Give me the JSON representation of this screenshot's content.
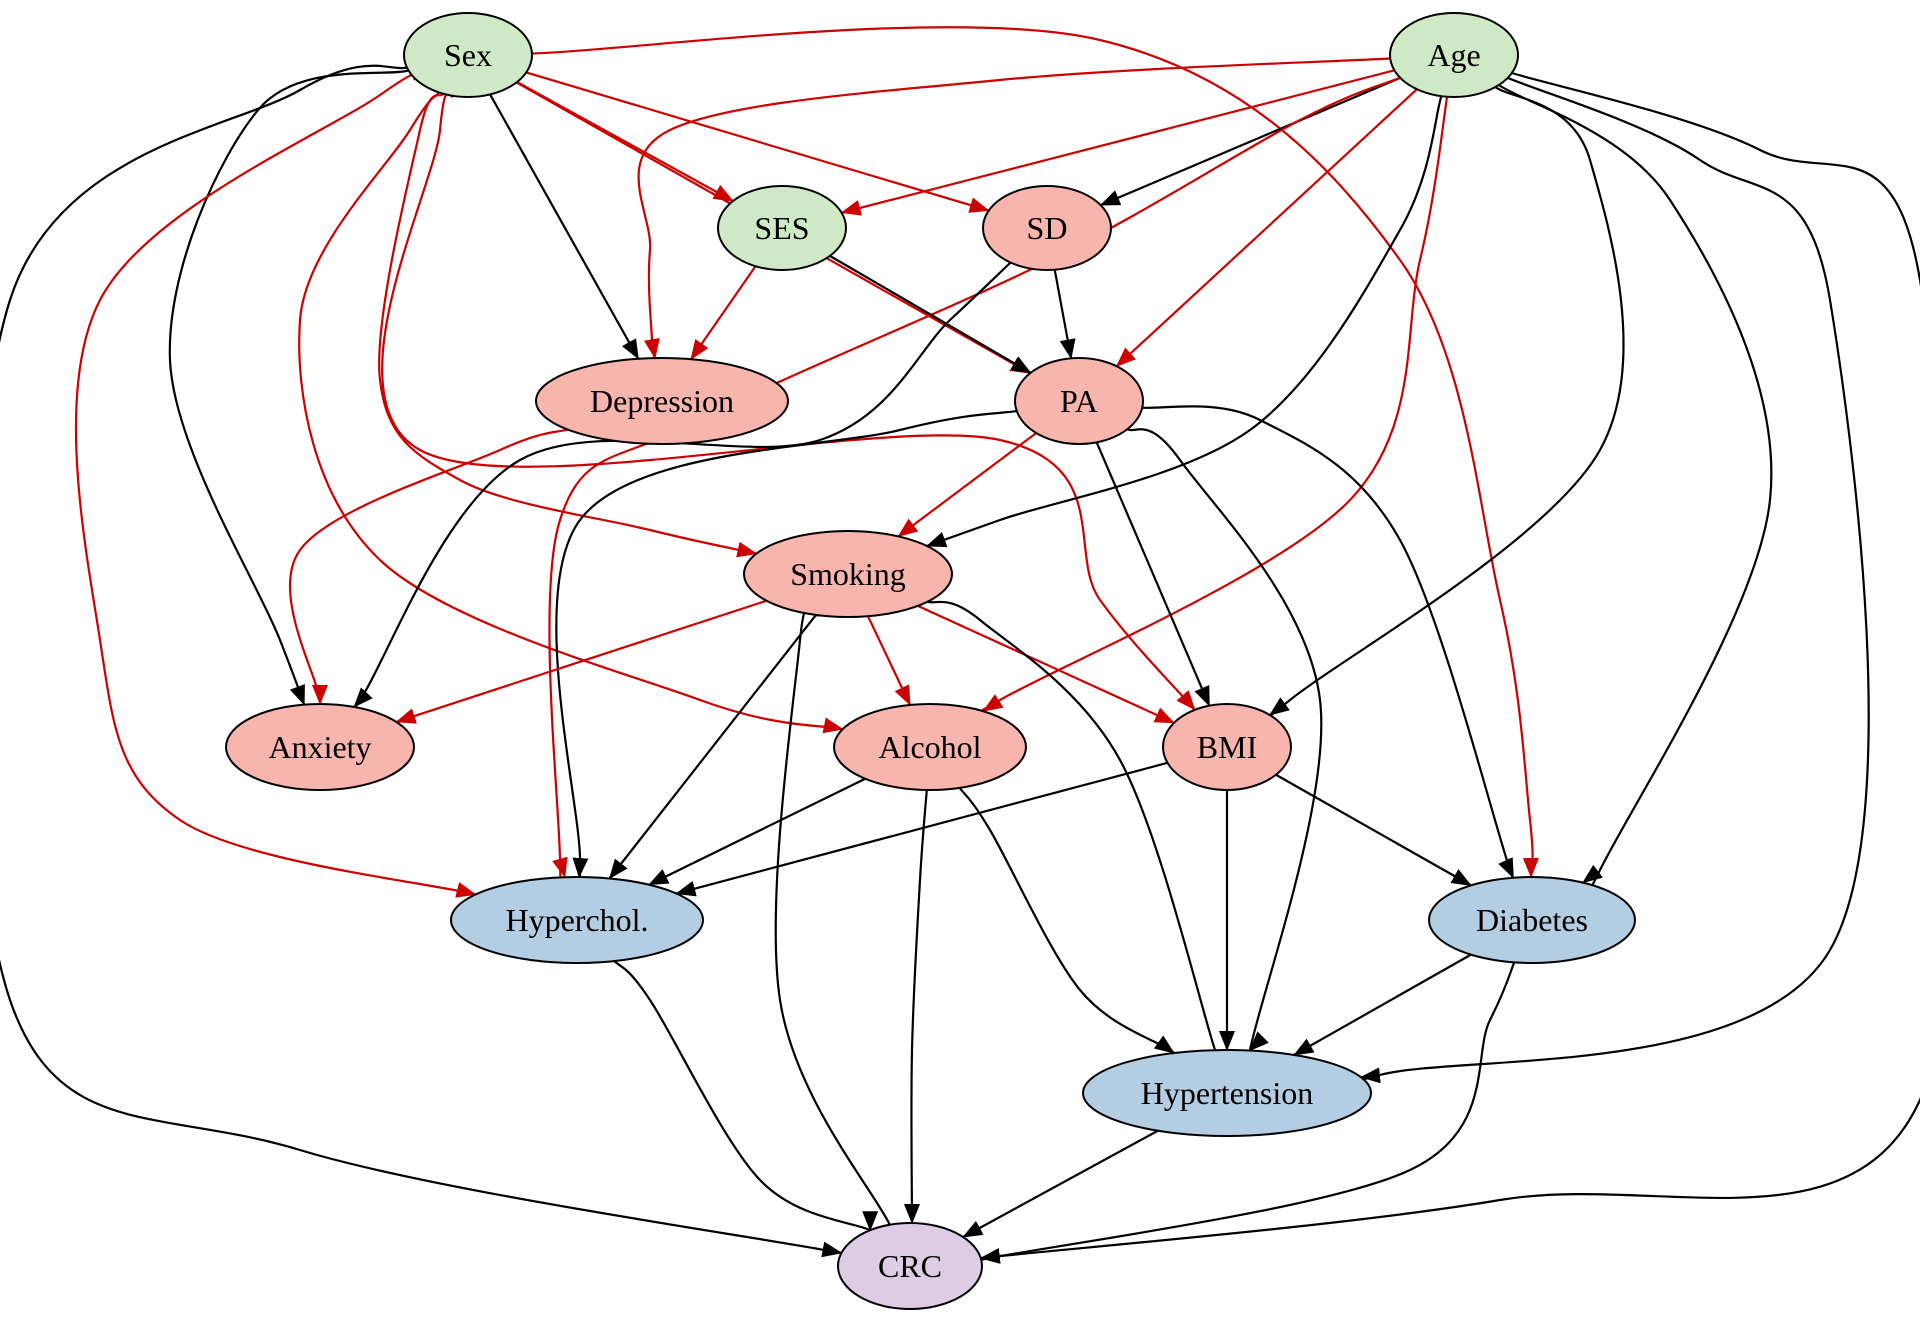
{
  "diagram": {
    "nodes": [
      {
        "id": "sex",
        "label": "Sex",
        "group": "demographic",
        "color": "#cfe9c6"
      },
      {
        "id": "age",
        "label": "Age",
        "group": "demographic",
        "color": "#cfe9c6"
      },
      {
        "id": "ses",
        "label": "SES",
        "group": "demographic",
        "color": "#cfe9c6"
      },
      {
        "id": "sd",
        "label": "SD",
        "group": "lifestyle",
        "color": "#f7b5ad"
      },
      {
        "id": "depression",
        "label": "Depression",
        "group": "lifestyle",
        "color": "#f7b5ad"
      },
      {
        "id": "pa",
        "label": "PA",
        "group": "lifestyle",
        "color": "#f7b5ad"
      },
      {
        "id": "smoking",
        "label": "Smoking",
        "group": "lifestyle",
        "color": "#f7b5ad"
      },
      {
        "id": "anxiety",
        "label": "Anxiety",
        "group": "lifestyle",
        "color": "#f7b5ad"
      },
      {
        "id": "alcohol",
        "label": "Alcohol",
        "group": "lifestyle",
        "color": "#f7b5ad"
      },
      {
        "id": "bmi",
        "label": "BMI",
        "group": "lifestyle",
        "color": "#f7b5ad"
      },
      {
        "id": "hyperchol",
        "label": "Hyperchol.",
        "group": "condition",
        "color": "#b3cde3"
      },
      {
        "id": "diabetes",
        "label": "Diabetes",
        "group": "condition",
        "color": "#b3cde3"
      },
      {
        "id": "hypertension",
        "label": "Hypertension",
        "group": "condition",
        "color": "#b3cde3"
      },
      {
        "id": "crc",
        "label": "CRC",
        "group": "outcome",
        "color": "#decbe4"
      }
    ],
    "edges": [
      {
        "from": "sex",
        "to": "ses",
        "color": "red"
      },
      {
        "from": "sex",
        "to": "sd",
        "color": "red"
      },
      {
        "from": "sex",
        "to": "pa",
        "color": "red"
      },
      {
        "from": "sex",
        "to": "depression",
        "color": "black"
      },
      {
        "from": "sex",
        "to": "anxiety",
        "color": "black"
      },
      {
        "from": "sex",
        "to": "smoking",
        "color": "red"
      },
      {
        "from": "sex",
        "to": "alcohol",
        "color": "red"
      },
      {
        "from": "sex",
        "to": "bmi",
        "color": "red"
      },
      {
        "from": "sex",
        "to": "hyperchol",
        "color": "red"
      },
      {
        "from": "sex",
        "to": "diabetes",
        "color": "red"
      },
      {
        "from": "sex",
        "to": "crc",
        "color": "black"
      },
      {
        "from": "age",
        "to": "ses",
        "color": "red"
      },
      {
        "from": "age",
        "to": "sd",
        "color": "black"
      },
      {
        "from": "age",
        "to": "depression",
        "color": "red"
      },
      {
        "from": "age",
        "to": "pa",
        "color": "red"
      },
      {
        "from": "age",
        "to": "smoking",
        "color": "black"
      },
      {
        "from": "age",
        "to": "alcohol",
        "color": "red"
      },
      {
        "from": "age",
        "to": "bmi",
        "color": "black"
      },
      {
        "from": "age",
        "to": "hyperchol",
        "color": "red"
      },
      {
        "from": "age",
        "to": "diabetes",
        "color": "black"
      },
      {
        "from": "age",
        "to": "hypertension",
        "color": "black"
      },
      {
        "from": "age",
        "to": "crc",
        "color": "black"
      },
      {
        "from": "ses",
        "to": "depression",
        "color": "red"
      },
      {
        "from": "ses",
        "to": "pa",
        "color": "black"
      },
      {
        "from": "sd",
        "to": "pa",
        "color": "black"
      },
      {
        "from": "sd",
        "to": "anxiety",
        "color": "black"
      },
      {
        "from": "depression",
        "to": "anxiety",
        "color": "red"
      },
      {
        "from": "pa",
        "to": "smoking",
        "color": "red"
      },
      {
        "from": "pa",
        "to": "bmi",
        "color": "black"
      },
      {
        "from": "pa",
        "to": "hyperchol",
        "color": "black"
      },
      {
        "from": "pa",
        "to": "diabetes",
        "color": "black"
      },
      {
        "from": "pa",
        "to": "hypertension",
        "color": "black"
      },
      {
        "from": "smoking",
        "to": "anxiety",
        "color": "red"
      },
      {
        "from": "smoking",
        "to": "alcohol",
        "color": "red"
      },
      {
        "from": "smoking",
        "to": "bmi",
        "color": "red"
      },
      {
        "from": "smoking",
        "to": "hyperchol",
        "color": "black"
      },
      {
        "from": "smoking",
        "to": "hypertension",
        "color": "black"
      },
      {
        "from": "smoking",
        "to": "crc",
        "color": "black"
      },
      {
        "from": "alcohol",
        "to": "hyperchol",
        "color": "black"
      },
      {
        "from": "alcohol",
        "to": "hypertension",
        "color": "black"
      },
      {
        "from": "alcohol",
        "to": "crc",
        "color": "black"
      },
      {
        "from": "bmi",
        "to": "hyperchol",
        "color": "black"
      },
      {
        "from": "bmi",
        "to": "diabetes",
        "color": "black"
      },
      {
        "from": "bmi",
        "to": "hypertension",
        "color": "black"
      },
      {
        "from": "hyperchol",
        "to": "crc",
        "color": "black"
      },
      {
        "from": "diabetes",
        "to": "hypertension",
        "color": "black"
      },
      {
        "from": "diabetes",
        "to": "crc",
        "color": "black"
      },
      {
        "from": "hypertension",
        "to": "crc",
        "color": "black"
      }
    ],
    "edge_colors": {
      "red": "#cc0000",
      "black": "#000000"
    }
  }
}
